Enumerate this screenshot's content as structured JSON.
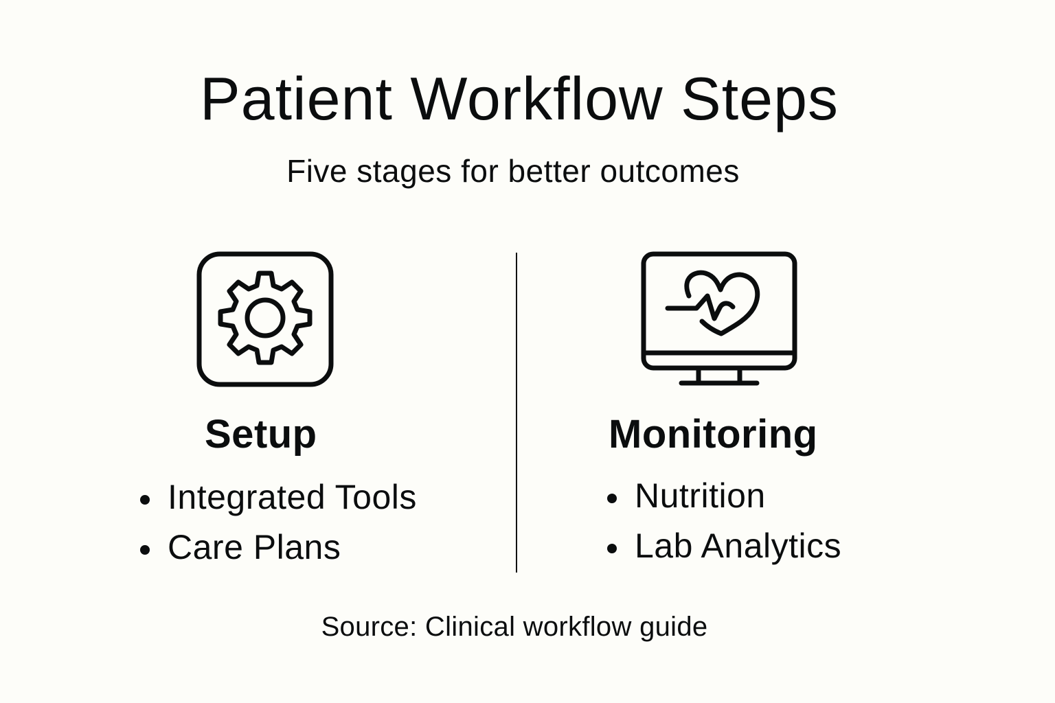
{
  "header": {
    "title": "Patient Workflow Steps",
    "subtitle": "Five stages for better outcomes"
  },
  "stages": [
    {
      "id": "setup",
      "title": "Setup",
      "icon": "gear-icon",
      "items": [
        "Integrated Tools",
        "Care Plans"
      ]
    },
    {
      "id": "monitoring",
      "title": "Monitoring",
      "icon": "monitor-heartbeat-icon",
      "items": [
        "Nutrition",
        "Lab Analytics"
      ]
    }
  ],
  "footer": {
    "source": "Source: Clinical workflow guide"
  },
  "colors": {
    "background": "#fdfdf9",
    "text": "#0b0d0e",
    "stroke": "#0b0d0e"
  }
}
